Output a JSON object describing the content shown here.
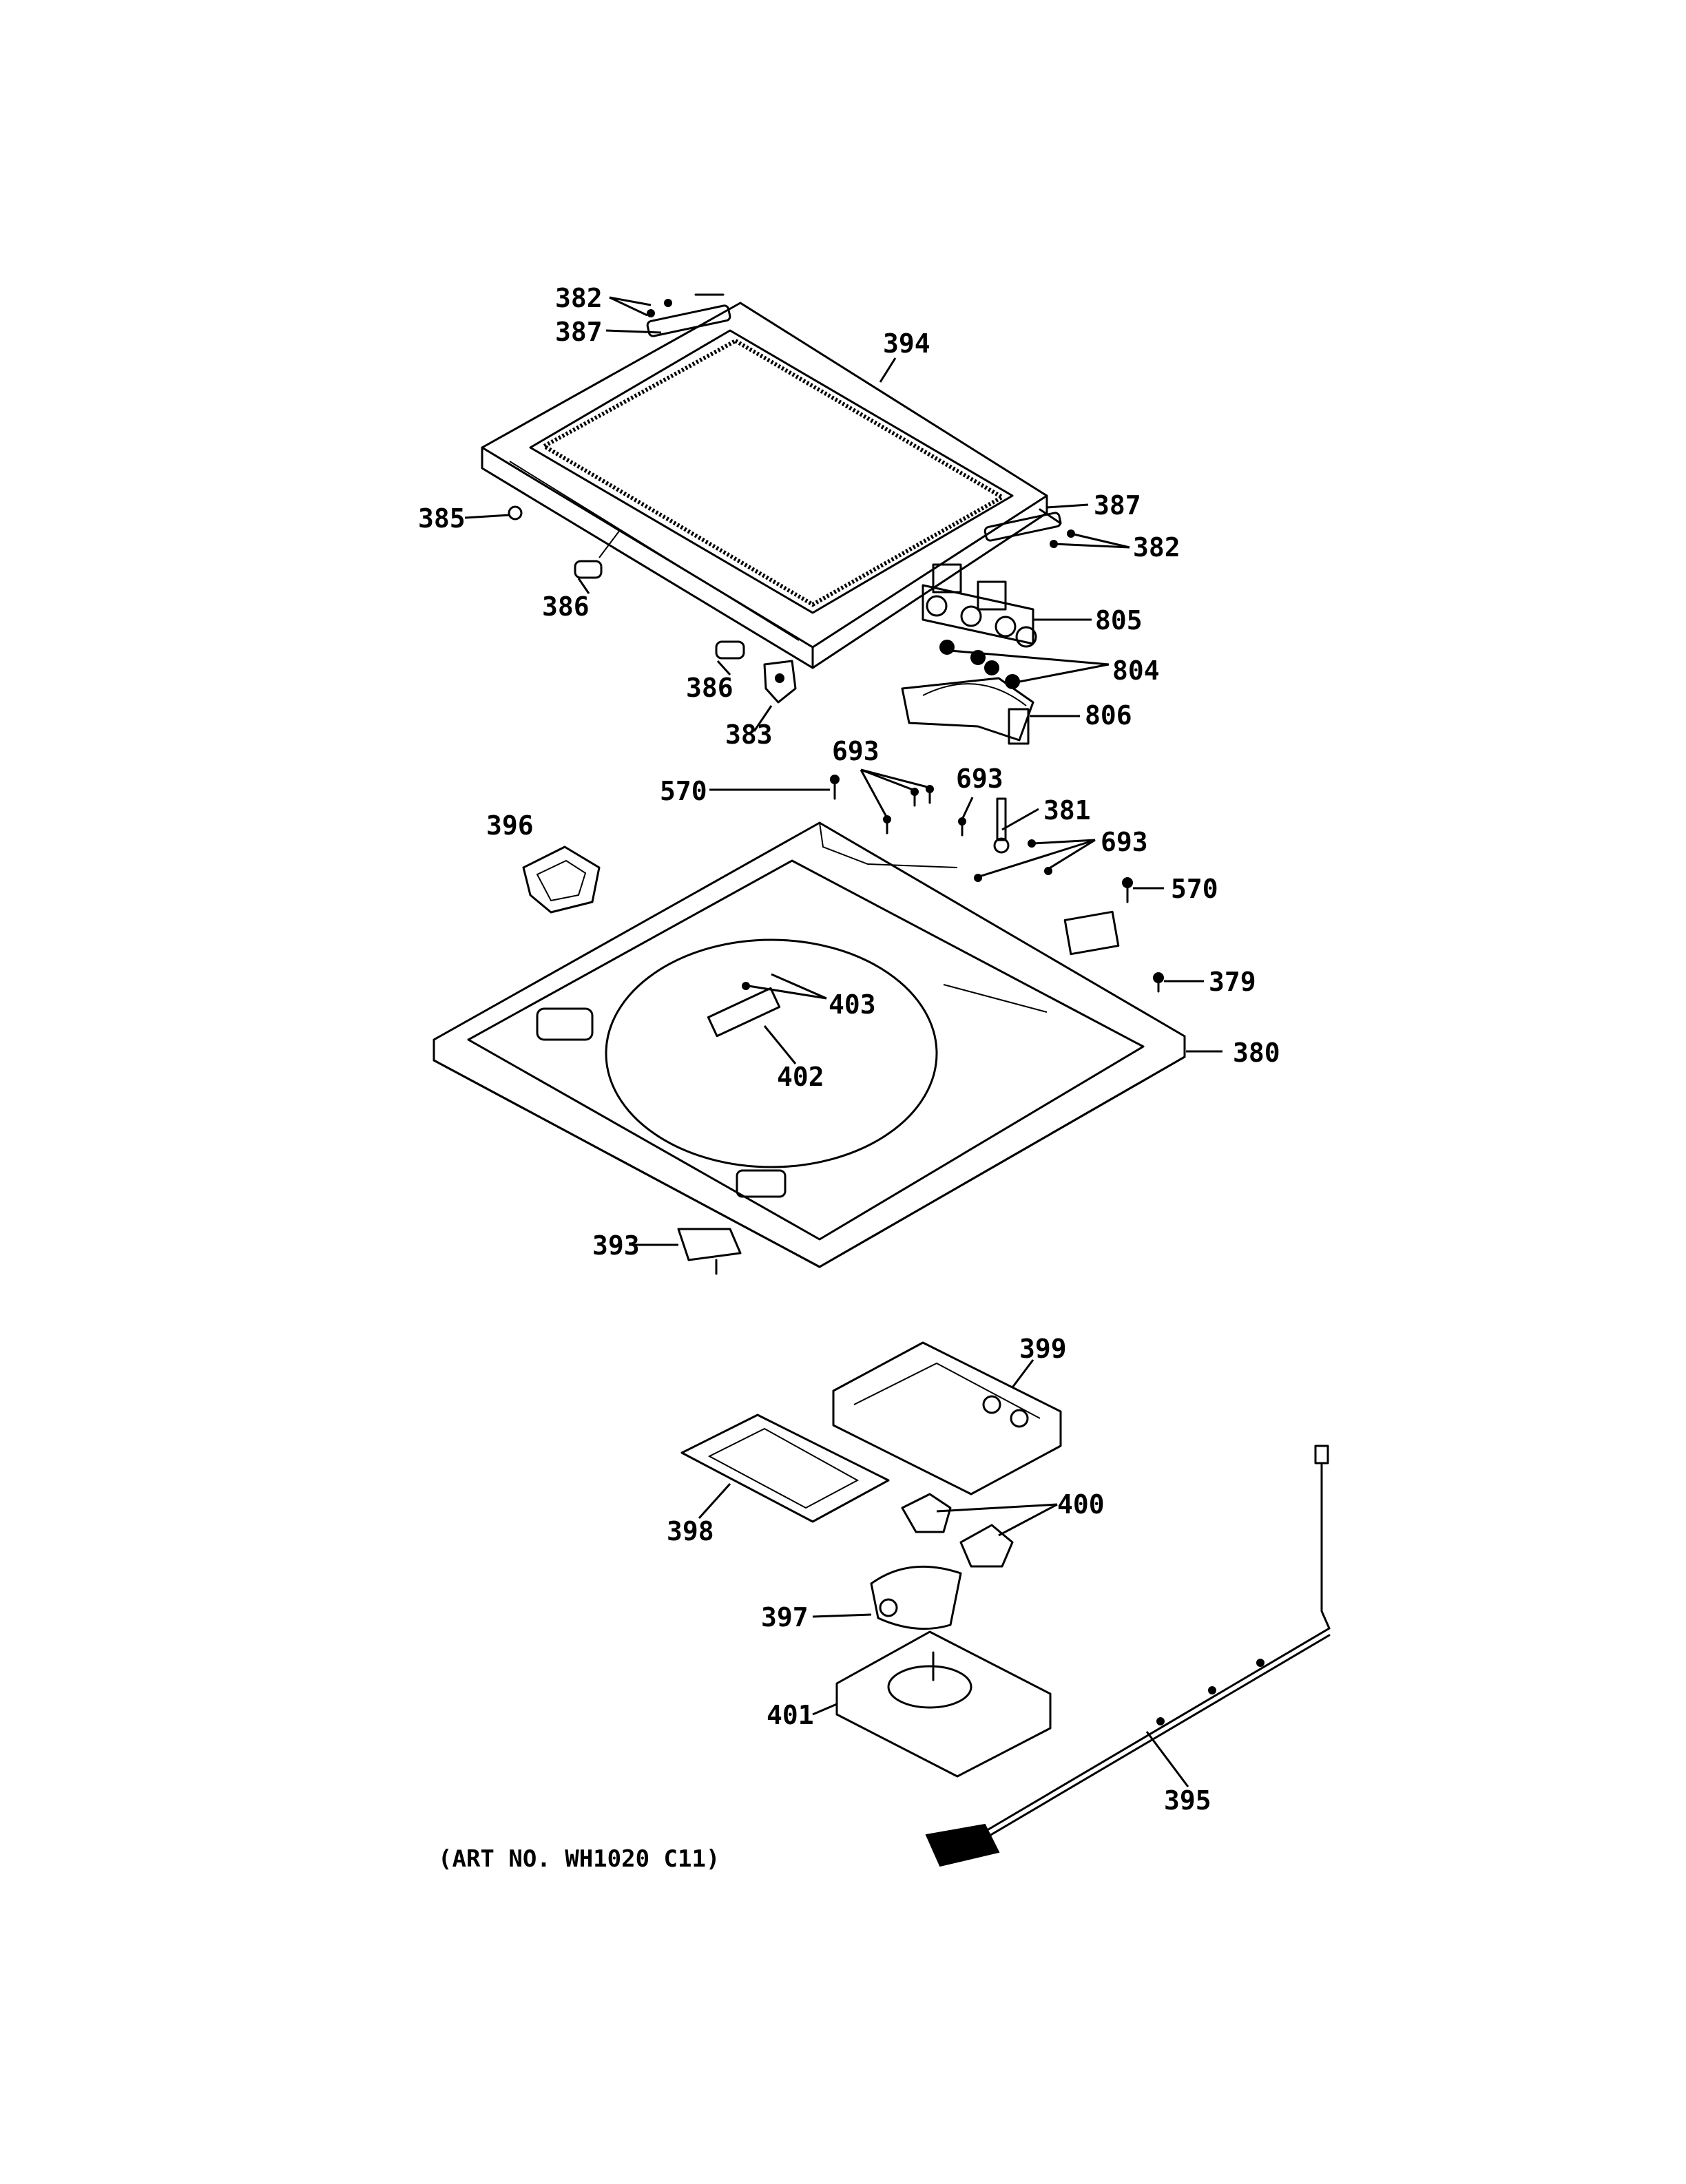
{
  "caption": "(ART NO. WH1020 C11)",
  "callouts": [
    {
      "id": "382a",
      "text": "382"
    },
    {
      "id": "387a",
      "text": "387"
    },
    {
      "id": "394",
      "text": "394"
    },
    {
      "id": "387b",
      "text": "387"
    },
    {
      "id": "385",
      "text": "385"
    },
    {
      "id": "382b",
      "text": "382"
    },
    {
      "id": "386a",
      "text": "386"
    },
    {
      "id": "805",
      "text": "805"
    },
    {
      "id": "804",
      "text": "804"
    },
    {
      "id": "386b",
      "text": "386"
    },
    {
      "id": "806",
      "text": "806"
    },
    {
      "id": "383",
      "text": "383"
    },
    {
      "id": "693a",
      "text": "693"
    },
    {
      "id": "570a",
      "text": "570"
    },
    {
      "id": "693b",
      "text": "693"
    },
    {
      "id": "381",
      "text": "381"
    },
    {
      "id": "396",
      "text": "396"
    },
    {
      "id": "693c",
      "text": "693"
    },
    {
      "id": "570b",
      "text": "570"
    },
    {
      "id": "379",
      "text": "379"
    },
    {
      "id": "403",
      "text": "403"
    },
    {
      "id": "380",
      "text": "380"
    },
    {
      "id": "402",
      "text": "402"
    },
    {
      "id": "393",
      "text": "393"
    },
    {
      "id": "399",
      "text": "399"
    },
    {
      "id": "400",
      "text": "400"
    },
    {
      "id": "398",
      "text": "398"
    },
    {
      "id": "397",
      "text": "397"
    },
    {
      "id": "401",
      "text": "401"
    },
    {
      "id": "395",
      "text": "395"
    }
  ]
}
